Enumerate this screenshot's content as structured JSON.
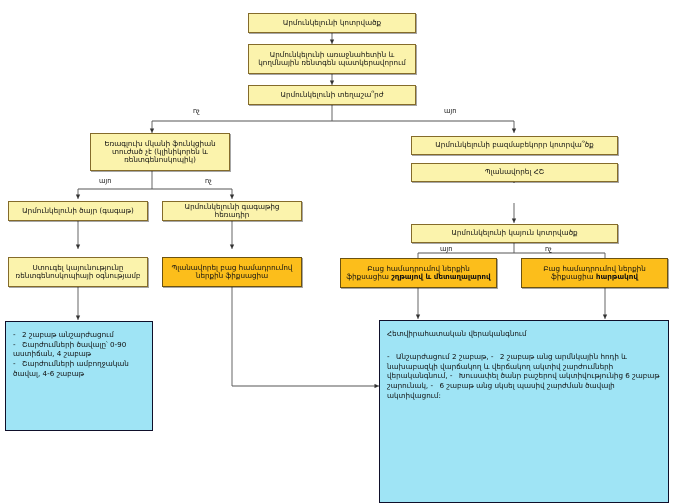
{
  "diagram": {
    "title_flow": "Arm (olecranon) fracture management flowchart",
    "colors": {
      "yellow_fill": "#fbf3ac",
      "yellow_border": "#846b2a",
      "orange_fill": "#fcbe1b",
      "orange_border": "#6b5211",
      "blue_fill": "#9fe4f5",
      "blue_border": "#0f0f2a",
      "line": "#555555"
    },
    "nodes": {
      "n1": "Արմունկելունի կոտրվածք",
      "n2_line1": "Արմունկելունի առաջնահետին և",
      "n2_line2": "կողմնային ռենտգեն պատկերավորում",
      "n3": "Արմունկելունի տեղաշա՞րժ",
      "n4_line1": "Եռագլուխ մկանի ֆունկցիան",
      "n4_line2": "տուժած չէ (կլինիկորեն և",
      "n4_line3": "ռենտգենոսկոպիկ)",
      "n5": "Արմունկելունի բազմաբեկորր կոտրվա՞ծք",
      "n6": "Պլանավորել ՀՇ",
      "n7": "Արմունկելունի ծայր (գագաթ)",
      "n8": "Արմունկելունի գագաթից հեռադիր",
      "n9": "Արմունկելունի կայուն կոտրվածք",
      "n10_line1": "Ստուգել կայունությունը",
      "n10_line2": "ռենտգենոսկոպիայի օգնությամբ",
      "n11_line1": "Պլանավորել բաց համադրումով",
      "n11_line2": "ներքին ֆիքսացիա",
      "n12_line1": "Բաց համադրումով ներքին",
      "n12_line2_plain": "ֆիքսացիա ",
      "n12_line2_bold": "շղթայով և մետաղալարով",
      "n13_line1": "Բաց համադրումով ներքին",
      "n13_line2_plain": "ֆիքսացիա ",
      "n13_line2_bold": "հարթակով"
    },
    "edge_labels": {
      "e1_no": "ոչ",
      "e1_yes": "այո",
      "e2_yes": "այո",
      "e2_no": "ոչ",
      "e3_yes": "այո",
      "e3_no": "ոչ"
    },
    "blue_left": {
      "items": [
        "2 շաբաթ անշարժացում",
        "Շարժումների ծավալը՝ 0-90 աստիճան, 4 շաբաթ",
        "Շարժումների ամբողջական ծավալ, 4-6 շաբաթ"
      ]
    },
    "blue_right": {
      "heading": "Հետվիրահատական վերականգնում",
      "items": [
        "Անշարժացում 2 շաբաթ,",
        "2 շաբաթ անց արմնկային հոդի և նախաբազկի վարճակող և վերճակող ակտիվ շարժումների վերականգնում,",
        "Խուսափել ծանր բաշերով ակտիվությունից 6 շաբաթ շարունակ,",
        "6 շաբաթ անց սկսել պասիվ շարժման ծավալի ակտիվացում:"
      ]
    }
  }
}
